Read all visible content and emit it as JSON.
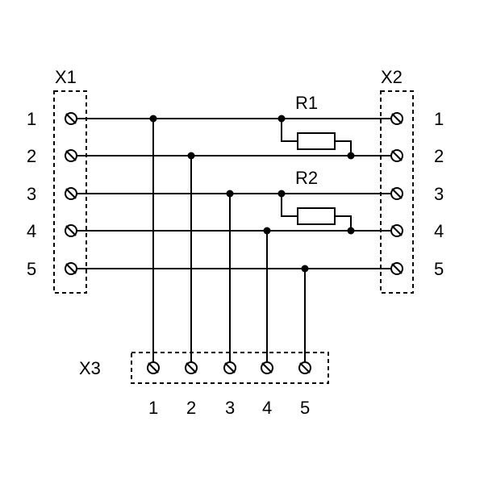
{
  "connectors": {
    "x1": {
      "label": "X1",
      "pins": [
        "1",
        "2",
        "3",
        "4",
        "5"
      ]
    },
    "x2": {
      "label": "X2",
      "pins": [
        "1",
        "2",
        "3",
        "4",
        "5"
      ]
    },
    "x3": {
      "label": "X3",
      "pins": [
        "1",
        "2",
        "3",
        "4",
        "5"
      ]
    }
  },
  "resistors": [
    {
      "label": "R1",
      "from_pin": 1,
      "to_pin": 2
    },
    {
      "label": "R2",
      "from_pin": 3,
      "to_pin": 4
    }
  ],
  "colors": {
    "line": "#000000",
    "background": "#ffffff"
  }
}
